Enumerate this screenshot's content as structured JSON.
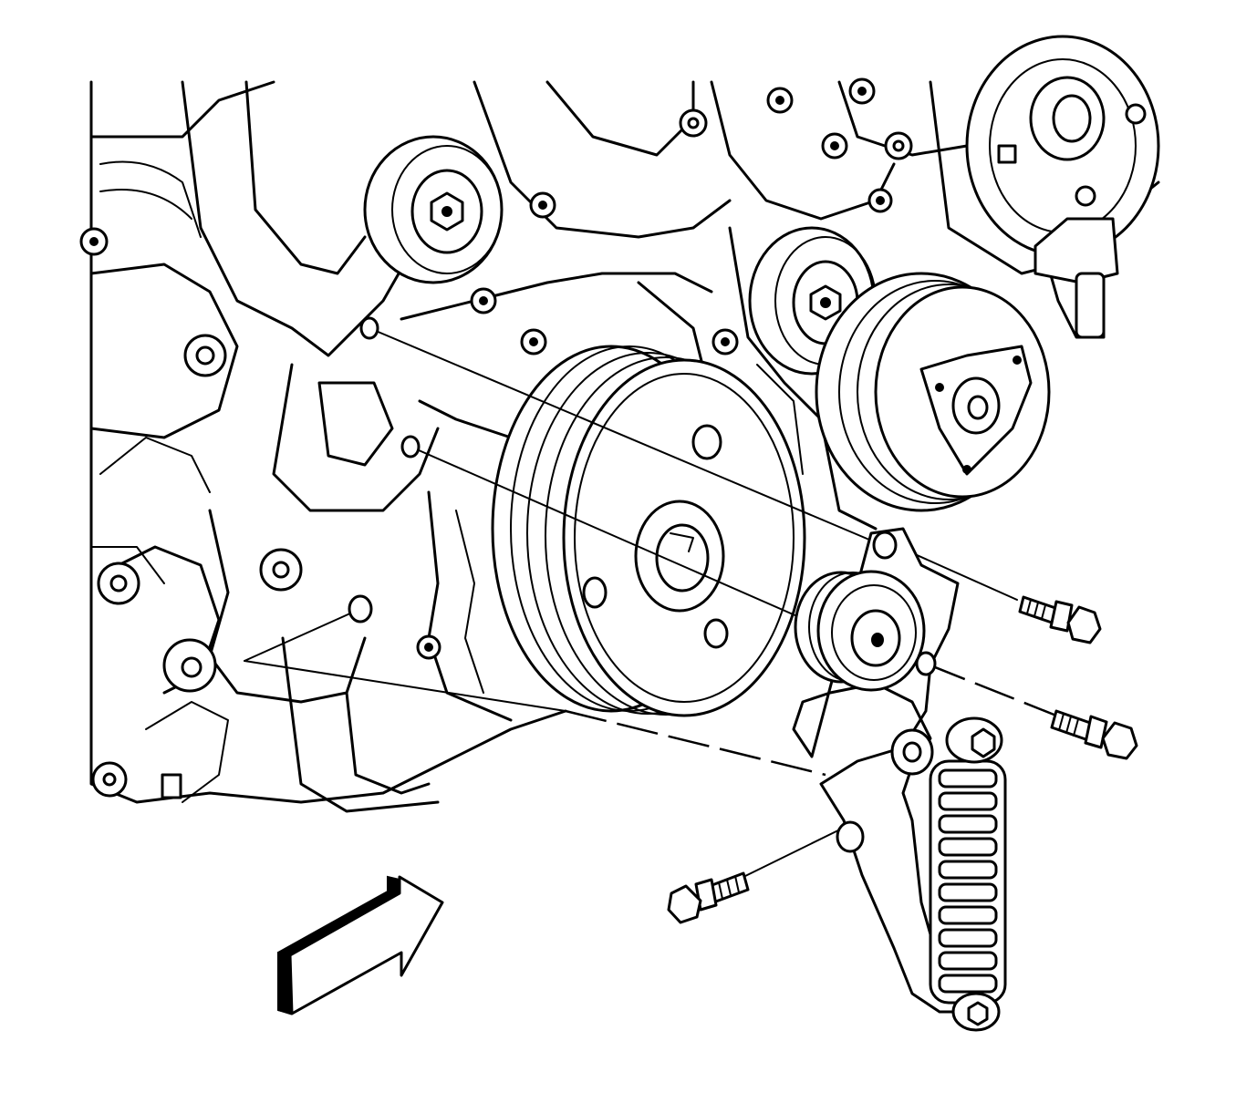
{
  "colors": {
    "line": "#000000",
    "fill": "#ffffff"
  },
  "figure": {
    "kind": "exploded-view-line-drawing",
    "parts": [
      "drive-belt-tensioner",
      "tensioner-bolt-upper",
      "tensioner-bolt-middle",
      "tensioner-bolt-lower",
      "tensioner-pulley",
      "crankshaft-balancer-pulley",
      "idler-pulley-upper",
      "idler-pulley-right",
      "ac-compressor-clutch",
      "engine-block"
    ],
    "bolt_count": 3,
    "view_arrow_icon": "arrow-right-icon"
  }
}
